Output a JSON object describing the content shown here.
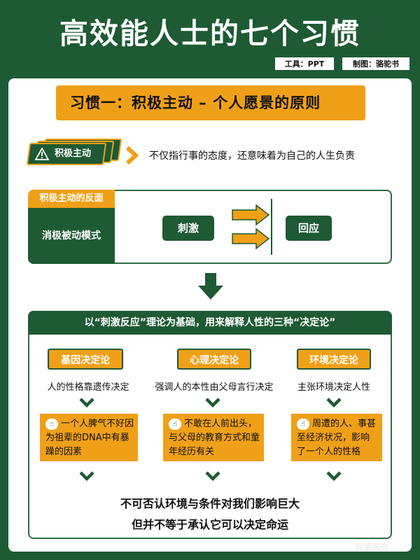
{
  "header": {
    "title": "高效能人士的七个习惯",
    "tool_tag": "工具：PPT",
    "author_tag": "制图：骆驼书"
  },
  "habit": {
    "banner": "习惯一：积极主动 – 个人愿景的原则"
  },
  "proactive": {
    "icon": "warning-icon",
    "label": "积极主动",
    "description": "不仅指行事的态度，还意味着为自己的人生负责"
  },
  "opposite": {
    "header": "积极主动的反面",
    "body": "消极被动模式",
    "stimulus": "刺激",
    "response": "回应"
  },
  "theory": {
    "header": "以“刺激反应”理论为基础，用来解释人性的三种“决定论”",
    "columns": [
      {
        "title": "基因决定论",
        "desc": "人的性格靠遗传决定",
        "example": "一个人脾气不好因为祖辈的DNA中有暴躁的因素"
      },
      {
        "title": "心理决定论",
        "desc": "强调人的本性由父母言行决定",
        "example": "不敢在人前出头，与父母的教育方式和童年经历有关"
      },
      {
        "title": "环境决定论",
        "desc": "主张环境决定人性",
        "example": "周遭的人、事甚至经济状况，影响了一个人的性格"
      }
    ],
    "conclusion_line1": "不可否认环境与条件对我们影响巨大",
    "conclusion_line2": "但并不等于承认它可以决定命运"
  },
  "watermark": "@骆驼书",
  "colors": {
    "green": "#1e5a34",
    "orange": "#f0a018",
    "white": "#ffffff"
  }
}
